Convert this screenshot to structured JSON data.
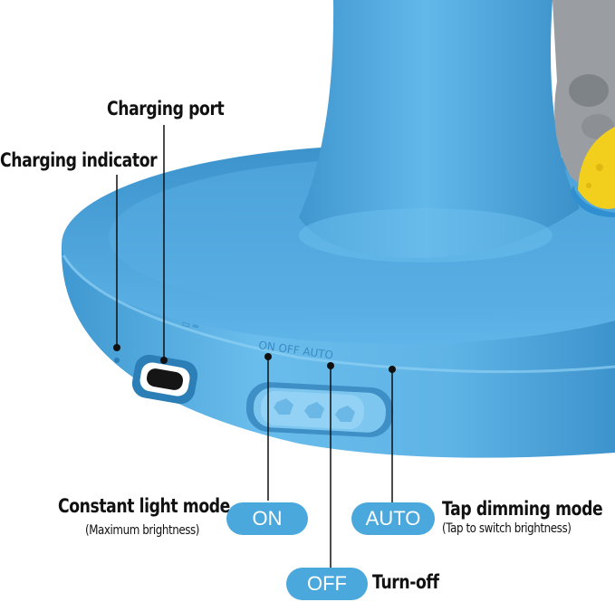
{
  "labels": {
    "charging_port": "Charging port",
    "charging_indicator": "Charging indicator",
    "constant_light_mode": "Constant light mode",
    "maximum_brightness": "(Maximum brightness)",
    "tap_dimming_mode": "Tap dimming mode",
    "tap_to_switch": "(Tap to switch brightness)",
    "turn_off": "Turn-off"
  },
  "modes": {
    "on": "ON",
    "off": "OFF",
    "auto": "AUTO"
  },
  "colors": {
    "lamp_blue": "#5bb3e8",
    "pill_blue": "#4aa8dc",
    "accent_yellow": "#f2cf1c",
    "figure_gray": "#9a9ea3"
  }
}
